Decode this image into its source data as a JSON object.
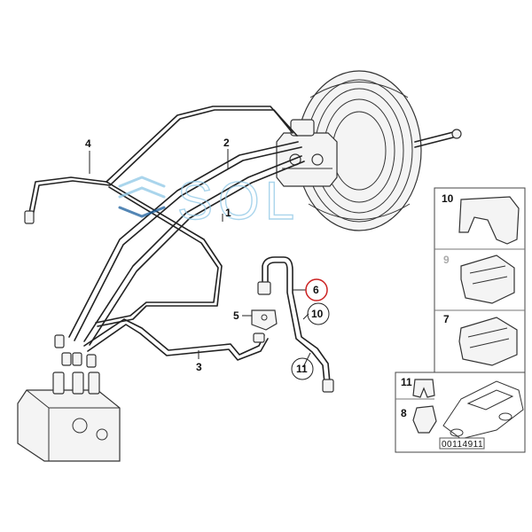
{
  "watermark": {
    "text": "SOL",
    "colors": {
      "top": "#8ec7e6",
      "bottom": "#1a5e9c"
    }
  },
  "callouts": {
    "part_1": "1",
    "part_2": "2",
    "part_3": "3",
    "part_4": "4",
    "part_5": "5",
    "part_6": "6",
    "part_10": "10",
    "part_11": "11"
  },
  "highlight_color": "#cc2222",
  "side_panel": {
    "items": [
      {
        "number": "10"
      },
      {
        "number": "9"
      },
      {
        "number": "7"
      },
      {
        "number": "11"
      },
      {
        "number": "8"
      }
    ],
    "doc_number": "00114911"
  }
}
